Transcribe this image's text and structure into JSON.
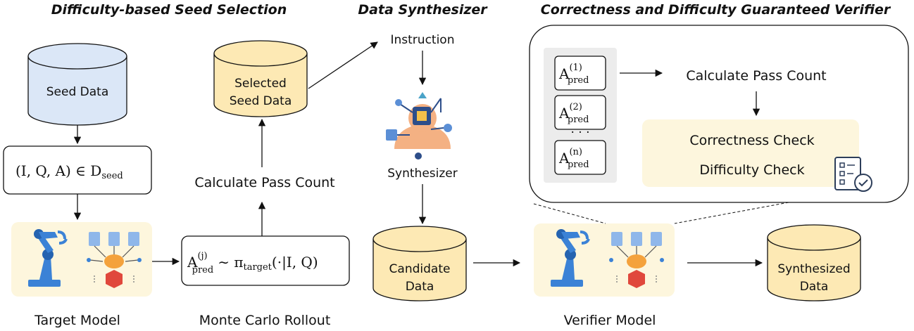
{
  "sections": {
    "seed_selection": "Difficulty-based Seed Selection",
    "synthesizer": "Data Synthesizer",
    "verifier": "Correctness and Difficulty Guaranteed Verifier"
  },
  "seed_data": "Seed Data",
  "selected_seed_data": [
    "Selected",
    "Seed Data"
  ],
  "tuple_formula": {
    "lhs": "(I, Q, A) ∈ D",
    "sub": "seed"
  },
  "calc_pass_count_left": "Calculate Pass Count",
  "rollout_formula": {
    "a": "A",
    "sup": "(j)",
    "sub": "pred",
    "rest": "∼ π",
    "pi_sub": "target",
    "tail": "(·|I, Q)"
  },
  "target_model": "Target Model",
  "monte_carlo": "Monte Carlo Rollout",
  "instruction": "Instruction",
  "synthesizer": "Synthesizer",
  "candidate_data": [
    "Candidate",
    "Data"
  ],
  "verifier_model": "Verifier Model",
  "synthesized_data": [
    "Synthesized",
    "Data"
  ],
  "preds": [
    {
      "a": "A",
      "sup": "(1)",
      "sub": "pred"
    },
    {
      "a": "A",
      "sup": "(2)",
      "sub": "pred"
    },
    {
      "a": "A",
      "sup": "(n)",
      "sub": "pred"
    }
  ],
  "ellipsis": "· · ·",
  "calc_pass_count_right": "Calculate Pass Count",
  "correctness_check": "Correctness Check",
  "difficulty_check": "Difficulty Check",
  "colors": {
    "seed_cylinder": "#dbe7f7",
    "yellow_cylinder": "#fde9b4",
    "panel_bg": "#fdf6dd",
    "pred_column_bg": "#ececec",
    "robot_blue": "#3b82d6",
    "brain_orange": "#f4a23c"
  }
}
